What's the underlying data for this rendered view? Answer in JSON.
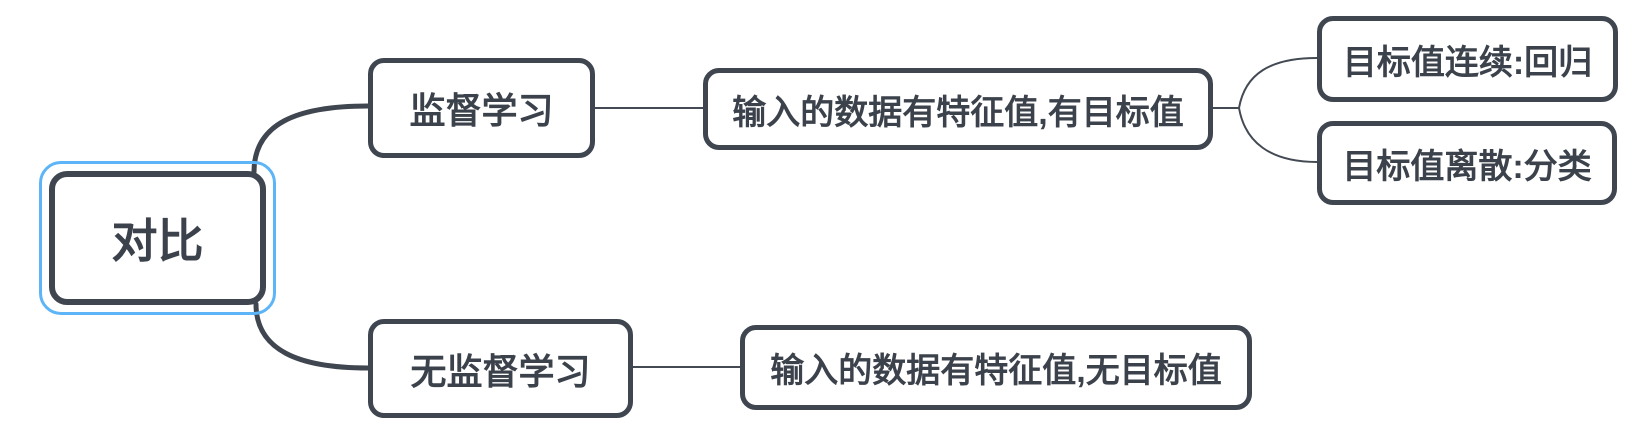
{
  "colors": {
    "node_border": "#3f4650",
    "node_text": "#3c424b",
    "connector": "#3f4650",
    "selection_outline": "#5db5f7",
    "node_fill": "#ffffff",
    "background": "#ffffff"
  },
  "mindmap": {
    "root": {
      "label": "对比",
      "selected": true
    },
    "branches": [
      {
        "label": "监督学习",
        "children": [
          {
            "label": "输入的数据有特征值,有目标值",
            "children": [
              {
                "label": "目标值连续:回归"
              },
              {
                "label": "目标值离散:分类"
              }
            ]
          }
        ]
      },
      {
        "label": "无监督学习",
        "children": [
          {
            "label": "输入的数据有特征值,无目标值"
          }
        ]
      }
    ]
  }
}
